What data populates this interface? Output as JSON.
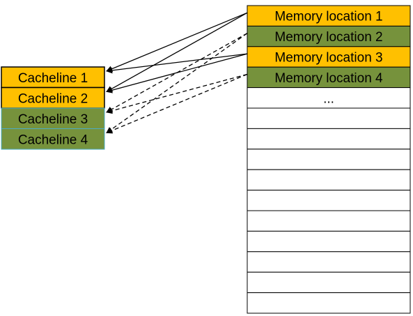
{
  "colors": {
    "orange": "#FFC000",
    "green": "#76923C",
    "white": "#FFFFFF",
    "border": "#000000",
    "cache_border_green": "#4BACC6",
    "arrow": "#000000"
  },
  "cache": {
    "lines": [
      {
        "label": "Cacheline 1",
        "color": "orange"
      },
      {
        "label": "Cacheline 2",
        "color": "orange"
      },
      {
        "label": "Cacheline 3",
        "color": "green"
      },
      {
        "label": "Cacheline 4",
        "color": "green"
      }
    ]
  },
  "memory": {
    "rows": [
      {
        "label": "Memory location 1",
        "color": "orange"
      },
      {
        "label": "Memory location 2",
        "color": "green"
      },
      {
        "label": "Memory location 3",
        "color": "orange"
      },
      {
        "label": "Memory location 4",
        "color": "green"
      },
      {
        "label": "...",
        "color": "white"
      },
      {
        "label": "",
        "color": "white"
      },
      {
        "label": "",
        "color": "white"
      },
      {
        "label": "",
        "color": "white"
      },
      {
        "label": "",
        "color": "white"
      },
      {
        "label": "",
        "color": "white"
      },
      {
        "label": "",
        "color": "white"
      },
      {
        "label": "",
        "color": "white"
      },
      {
        "label": "",
        "color": "white"
      },
      {
        "label": "",
        "color": "white"
      },
      {
        "label": "",
        "color": "white"
      }
    ]
  },
  "mappings": [
    {
      "from_memory": 1,
      "to_cache": 1,
      "style": "solid"
    },
    {
      "from_memory": 1,
      "to_cache": 2,
      "style": "solid"
    },
    {
      "from_memory": 3,
      "to_cache": 1,
      "style": "solid"
    },
    {
      "from_memory": 3,
      "to_cache": 2,
      "style": "solid"
    },
    {
      "from_memory": 2,
      "to_cache": 3,
      "style": "dashed"
    },
    {
      "from_memory": 2,
      "to_cache": 4,
      "style": "dashed"
    },
    {
      "from_memory": 4,
      "to_cache": 3,
      "style": "dashed"
    },
    {
      "from_memory": 4,
      "to_cache": 4,
      "style": "dashed"
    }
  ]
}
